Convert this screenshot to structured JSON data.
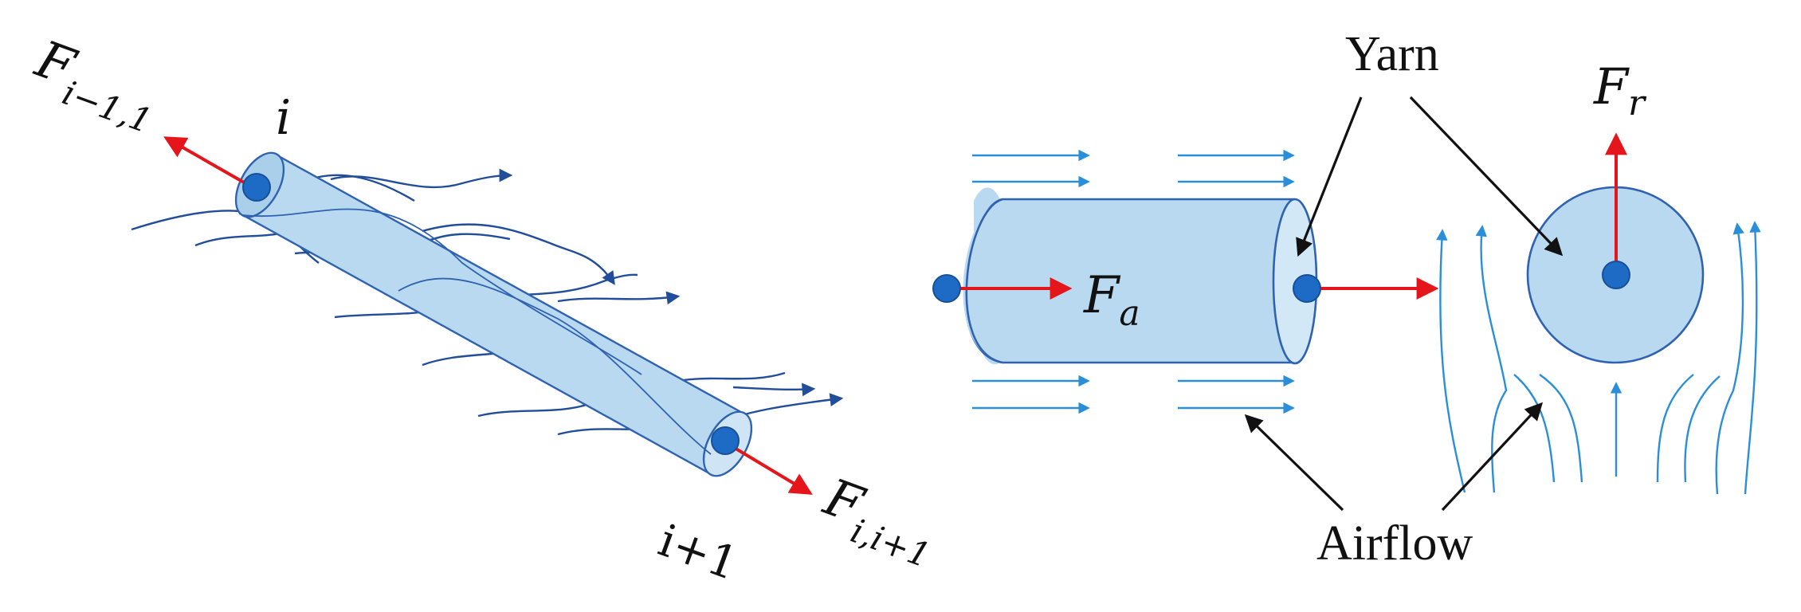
{
  "colors": {
    "yarn_fill": "#b9d9f0",
    "yarn_fill_dark": "#a9cfea",
    "yarn_stroke": "#2f62b0",
    "node": "#1e6bc6",
    "force": "#e4161b",
    "airflow": "#2a8fd8",
    "wavy_flow": "#214d9a",
    "pointer": "#111111"
  },
  "left_panel": {
    "node_start_label": "i",
    "node_end_label": "i+1",
    "force_start": {
      "main": "F",
      "sub": "i−1,1"
    },
    "force_end": {
      "main": "F",
      "sub": "i,i+1"
    }
  },
  "right_panel": {
    "axial_force": {
      "main": "F",
      "sub": "a"
    },
    "radial_force": {
      "main": "F",
      "sub": "r"
    },
    "yarn_label": "Yarn",
    "airflow_label": "Airflow"
  }
}
